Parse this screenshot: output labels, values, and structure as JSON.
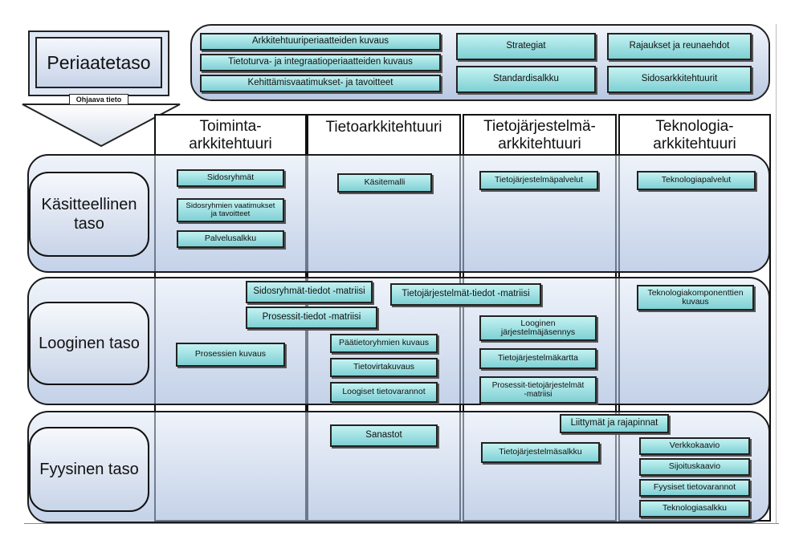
{
  "principle_level": {
    "title": "Periaatetaso",
    "arrow_label": "Ohjaava tieto"
  },
  "principles": [
    "Arkkitehtuuriperiaatteiden kuvaus",
    "Tietoturva- ja integraatioperiaatteiden kuvaus",
    "Kehittämisvaatimukset- ja tavoitteet",
    "Strategiat",
    "Standardisalkku",
    "Rajaukset ja reunaehdot",
    "Sidosarkkitehtuurit"
  ],
  "columns": [
    {
      "title": "Toiminta-\narkkitehtuuri"
    },
    {
      "title": "Tietoarkkitehtuuri"
    },
    {
      "title": "Tietojärjestelmä-\narkkitehtuuri"
    },
    {
      "title": "Teknologia-\narkkitehtuuri"
    }
  ],
  "rows": [
    {
      "title": "Käsitteellinen\ntaso"
    },
    {
      "title": "Looginen taso"
    },
    {
      "title": "Fyysinen taso"
    }
  ],
  "conceptual": {
    "business": [
      "Sidosryhmät",
      "Sidosryhmien vaatimukset\nja tavoitteet",
      "Palvelusalkku"
    ],
    "information": [
      "Käsitemalli"
    ],
    "systems": [
      "Tietojärjestelmäpalvelut"
    ],
    "technology": [
      "Teknologiapalvelut"
    ]
  },
  "logical": {
    "matrix1": "Sidosryhmät-tiedot -matriisi",
    "matrix2": "Prosessit-tiedot -matriisi",
    "matrix3": "Tietojärjestelmät-tiedot -matriisi",
    "business": [
      "Prosessien kuvaus"
    ],
    "information": [
      "Päätietoryhmien kuvaus",
      "Tietovirtakuvaus",
      "Loogiset tietovarannot"
    ],
    "systems": [
      "Looginen\njärjestelmäjäsennys",
      "Tietojärjestelmäkartta",
      "Prosessit-tietojärjestelmät\n-matriisi"
    ],
    "technology": [
      "Teknologiakomponenttien\nkuvaus"
    ]
  },
  "physical": {
    "information": [
      "Sanastot"
    ],
    "interfaces": "Liittymät ja rajapinnat",
    "systems": [
      "Tietojärjestelmäsalkku"
    ],
    "technology": [
      "Verkkokaavio",
      "Sijoituskaavio",
      "Fyysiset tietovarannot",
      "Teknologiasalkku"
    ]
  },
  "colors": {
    "box_fill": "#9fe0e2",
    "band_fill": "#b7c8e3",
    "border": "#222222"
  }
}
